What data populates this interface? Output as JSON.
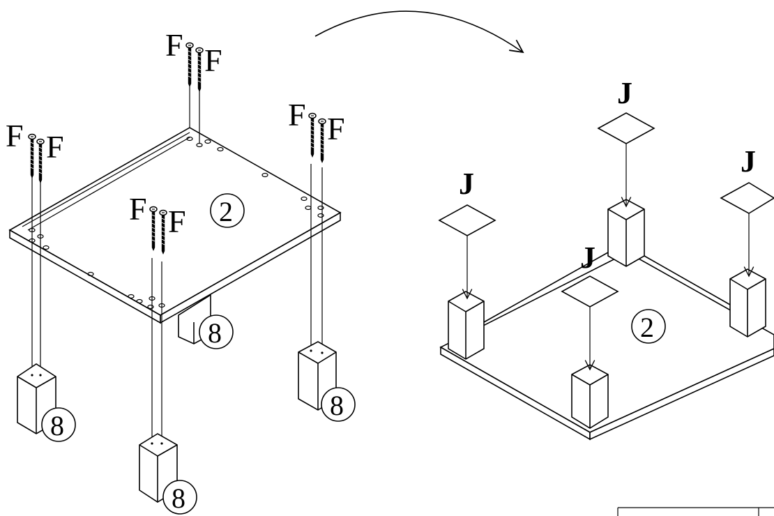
{
  "labels": {
    "screw": "F",
    "pad": "J",
    "panel": "2",
    "leg": "8"
  },
  "colors": {
    "ink": "#000000",
    "paper": "#ffffff"
  }
}
